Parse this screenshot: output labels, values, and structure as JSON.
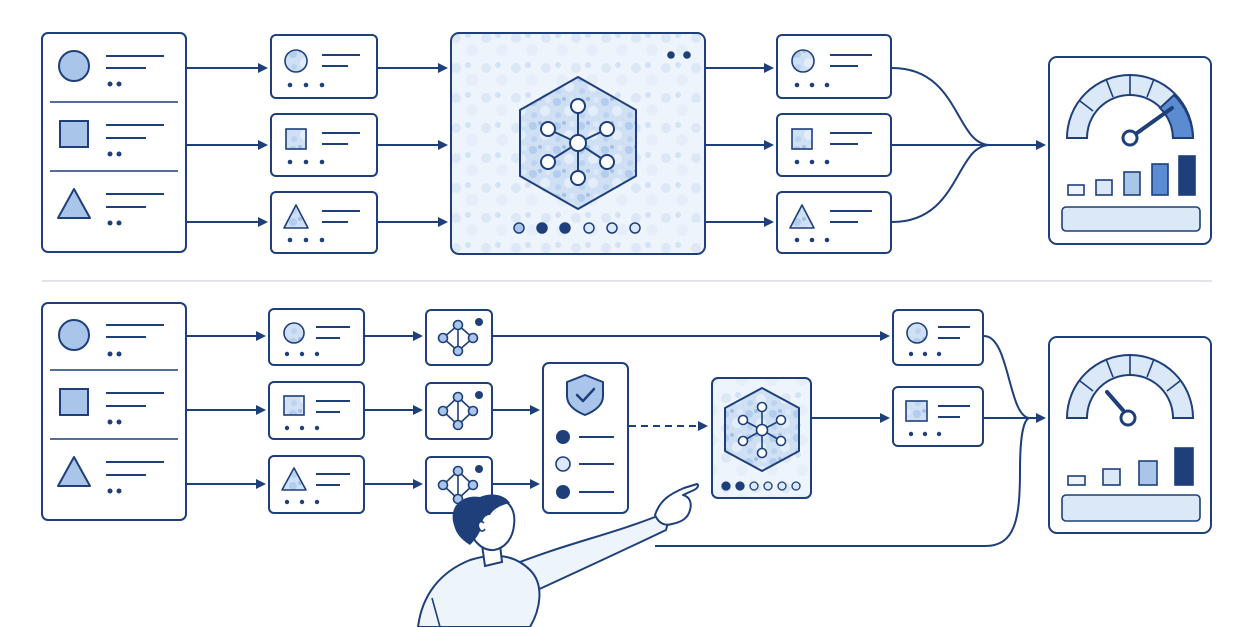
{
  "colors": {
    "ink": "#1e3f7a",
    "line": "#2b4f8e",
    "fill_light": "#dbe8f7",
    "fill_mid": "#a9c6ea",
    "fill_pale": "#eef4fb",
    "fill_dark": "#1e3f7a",
    "divider": "#d5dbe3"
  },
  "icons": {
    "shapes": [
      "circle-icon",
      "square-icon",
      "triangle-icon"
    ],
    "hub": "network-hub-icon",
    "shield": "shield-check-icon",
    "gauge": "speedometer-icon",
    "person": "pointing-person"
  },
  "top_pipeline": {
    "stages": [
      "input-list",
      "encoders",
      "central-model",
      "outputs",
      "evaluation-dashboard"
    ],
    "carousel_dots": 6,
    "carousel_active": [
      1,
      2
    ],
    "gauge_level": 0.88,
    "bar_levels": [
      0.2,
      0.3,
      0.45,
      0.75,
      1.0
    ]
  },
  "bottom_pipeline": {
    "stages": [
      "input-list",
      "encoders",
      "mini-hubs",
      "verification-checklist",
      "central-model",
      "outputs",
      "evaluation-dashboard"
    ],
    "checklist_states": [
      "filled",
      "empty",
      "filled"
    ],
    "carousel_dots": 6,
    "carousel_active": [
      0,
      1
    ],
    "gauge_level": 0.42,
    "bar_levels": [
      0.15,
      0.3,
      0.55,
      1.0
    ]
  }
}
